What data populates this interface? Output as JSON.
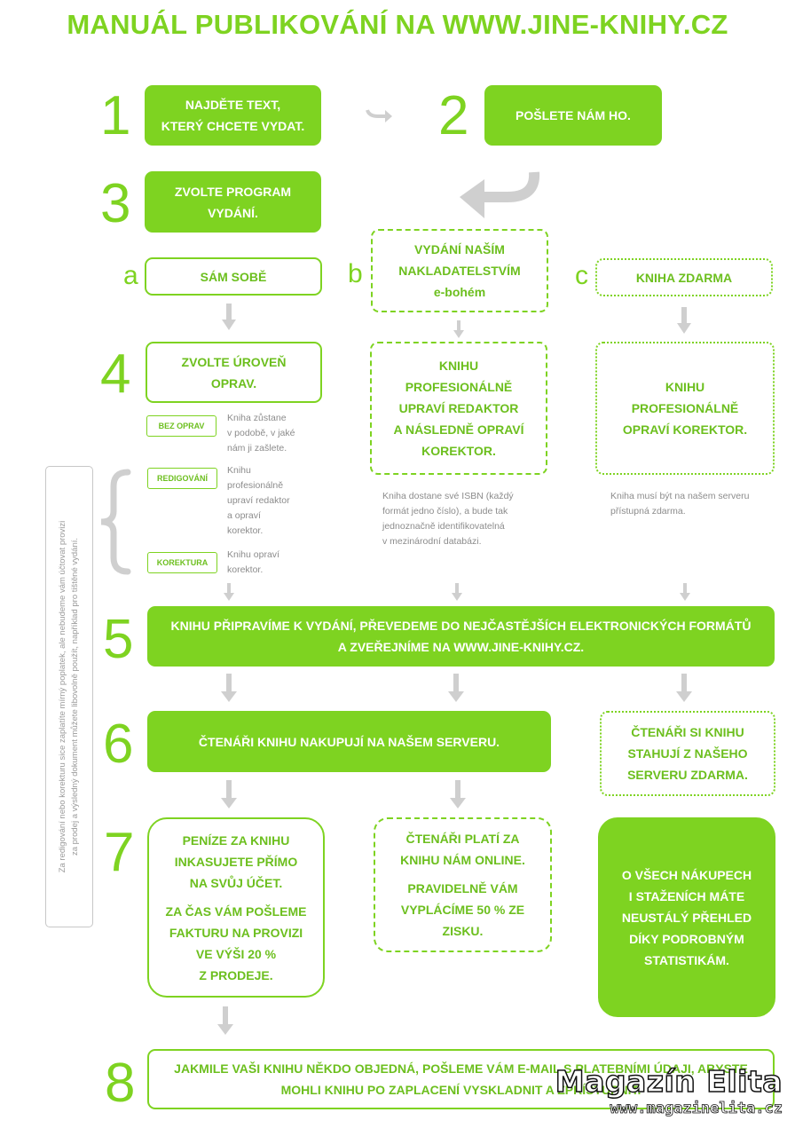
{
  "title": "MANUÁL PUBLIKOVÁNÍ NA WWW.JINE-KNIHY.CZ",
  "steps": {
    "s1": {
      "num": "1",
      "lines": [
        "NAJDĚTE TEXT,",
        "KTERÝ CHCETE VYDAT."
      ]
    },
    "s2": {
      "num": "2",
      "text": "POŠLETE NÁM HO."
    },
    "s3": {
      "num": "3",
      "lines": [
        "ZVOLTE PROGRAM",
        "VYDÁNÍ."
      ]
    },
    "s4": {
      "num": "4",
      "lines": [
        "ZVOLTE ÚROVEŇ",
        "OPRAV."
      ]
    },
    "s5": {
      "num": "5",
      "lines": [
        "KNIHU PŘIPRAVÍME K VYDÁNÍ, PŘEVEDEME DO NEJČASTĚJŠÍCH ELEKTRONICKÝCH FORMÁTŮ",
        "A ZVEŘEJNÍME NA WWW.JINE-KNIHY.CZ."
      ]
    },
    "s6": {
      "num": "6",
      "text": "ČTENÁŘI KNIHU NAKUPUJÍ NA NAŠEM SERVERU.",
      "right_lines": [
        "ČTENÁŘI SI KNIHU",
        "STAHUJÍ Z NAŠEHO",
        "SERVERU ZDARMA."
      ]
    },
    "s7": {
      "num": "7",
      "left_lines": [
        "PENÍZE ZA KNIHU",
        "INKASUJETE PŘÍMO",
        "NA SVŮJ ÚČET.",
        "ZA ČAS VÁM POŠLEME",
        "FAKTURU NA PROVIZI",
        "VE VÝŠI 20 %",
        "Z PRODEJE."
      ],
      "mid_lines": [
        "ČTENÁŘI PLATÍ ZA",
        "KNIHU NÁM ONLINE.",
        "PRAVIDELNĚ VÁM",
        "VYPLÁCÍME 50 % ZE",
        "ZISKU."
      ],
      "right_lines": [
        "O VŠECH NÁKUPECH",
        "I STAŽENÍCH MÁTE",
        "NEUSTÁLÝ PŘEHLED",
        "DÍKY PODROBNÝM",
        "STATISTIKÁM."
      ]
    },
    "s8": {
      "num": "8",
      "lines": [
        "JAKMILE VAŠI KNIHU NĚKDO OBJEDNÁ, POŠLEME VÁM E-MAIL S PLATEBNÍMI ÚDAJI, ABYSTE",
        "MOHLI KNIHU PO ZAPLACENÍ VYSKLADNIT A ZPŘÍSTUPNIT."
      ]
    }
  },
  "options": {
    "a": {
      "letter": "a",
      "label": "SÁM SOBĚ"
    },
    "b": {
      "letter": "b",
      "lines": [
        "VYDÁNÍ NAŠÍM",
        "NAKLADATELSTVÍM",
        "e-bohém"
      ]
    },
    "c": {
      "letter": "c",
      "label": "KNIHA ZDARMA"
    }
  },
  "b_box_lines": [
    "KNIHU",
    "PROFESIONÁLNĚ",
    "UPRAVÍ REDAKTOR",
    "A NÁSLEDNĚ OPRAVÍ",
    "KOREKTOR."
  ],
  "c_box_lines": [
    "KNIHU",
    "PROFESIONÁLNĚ",
    "OPRAVÍ KOREKTOR."
  ],
  "levels": [
    {
      "tag": "BEZ OPRAV",
      "desc": [
        "Kniha zůstane",
        "v podobě, v jaké",
        "nám ji zašlete."
      ]
    },
    {
      "tag": "REDIGOVÁNÍ",
      "desc": [
        "Knihu",
        "profesionálně",
        "upraví redaktor",
        "a opraví",
        "korektor."
      ]
    },
    {
      "tag": "KOREKTURA",
      "desc": [
        "Knihu opraví",
        "korektor."
      ]
    }
  ],
  "b_note": [
    "Kniha dostane své ISBN (každý",
    "formát jedno číslo), a bude tak",
    "jednoznačně identifikovatelná",
    "v mezinárodní databázi."
  ],
  "c_note": [
    "Kniha musí být na našem serveru",
    "přístupná zdarma."
  ],
  "side_note": [
    "Za redigování nebo korekturu sice zaplatíte mírný poplatek, ale nebudeme vám účtovat provizi",
    "za prodej a výsledný dokument můžete libovolně použít, například pro tištěné vydání."
  ],
  "watermark": {
    "name": "Magazín Elita",
    "url": "www.magazinelita.cz"
  },
  "colors": {
    "accent": "#7ed321",
    "arrow": "#cfcfcf",
    "note_text": "#8c8c8c"
  },
  "icons": [
    "arrow-right-icon",
    "curved-arrow-down-icon",
    "arrow-down-icon",
    "brace-icon"
  ]
}
